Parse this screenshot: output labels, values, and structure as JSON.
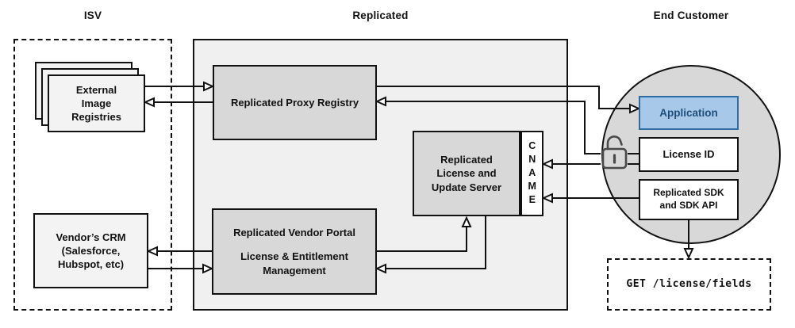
{
  "sections": {
    "isv": {
      "label": "ISV"
    },
    "replicated": {
      "label": "Replicated"
    },
    "end_customer": {
      "label": "End Customer"
    }
  },
  "nodes": {
    "external_registries": {
      "label": "External\nImage\nRegistries"
    },
    "vendor_crm": {
      "label": "Vendor’s CRM\n(Salesforce,\nHubspot, etc)"
    },
    "proxy_registry": {
      "label": "Replicated Proxy Registry"
    },
    "license_server": {
      "label": "Replicated\nLicense and\nUpdate Server"
    },
    "cname": {
      "label": "CNAME"
    },
    "vendor_portal": {
      "title": "Replicated Vendor Portal",
      "subtitle": "License & Entitlement\nManagement"
    },
    "application": {
      "label": "Application"
    },
    "license_id": {
      "label": "License ID"
    },
    "replicated_sdk": {
      "label": "Replicated SDK\nand SDK API"
    },
    "api_endpoint": {
      "label": "GET /license/fields"
    }
  },
  "icons": {
    "open_lock": "open-padlock-icon"
  },
  "colors": {
    "node_gray": "#d8d8d8",
    "container_gray": "#f0f0f0",
    "light_gray": "#f3f3f3",
    "app_fill": "#a8c8ea",
    "app_border": "#2e6da4",
    "app_text": "#1f4e79",
    "line": "#111111",
    "lock_gray": "#4a4a4a"
  }
}
